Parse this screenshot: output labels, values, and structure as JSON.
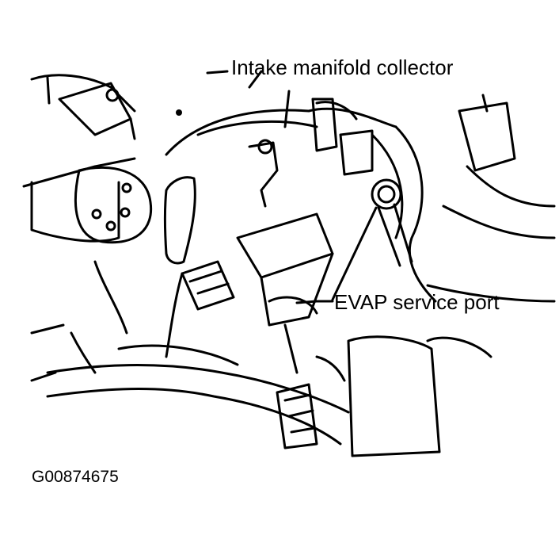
{
  "diagram": {
    "labels": {
      "intake_manifold_collector": "Intake manifold collector",
      "evap_service_port": "EVAP service port"
    },
    "figure_id": "G00874675",
    "colors": {
      "ink": "#000000",
      "paper": "#ffffff"
    }
  }
}
